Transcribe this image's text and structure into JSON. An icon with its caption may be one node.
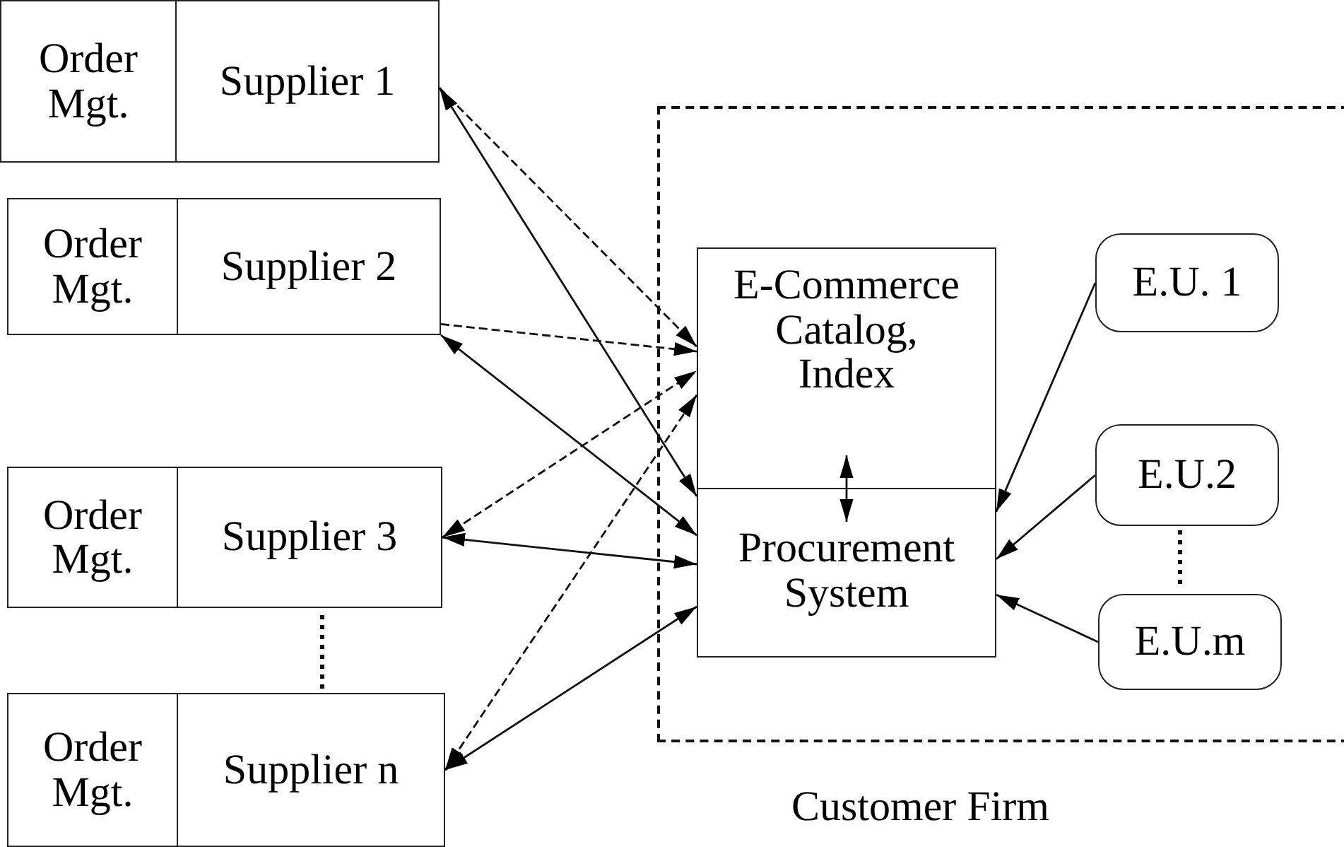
{
  "diagram": {
    "nodes": [
      {
        "text": [
          "Order Mgt."
        ]
      },
      {
        "text": [
          "Supplier 1"
        ]
      },
      {
        "text": [
          "Order Mgt."
        ]
      },
      {
        "text": [
          "Supplier 2"
        ]
      },
      {
        "text": [
          "Order Mgt."
        ]
      },
      {
        "text": [
          "Supplier 3"
        ]
      },
      {
        "text": [
          "Order Mgt."
        ]
      },
      {
        "text": [
          "Supplier n"
        ]
      },
      {
        "text": [
          "Customer Firm"
        ]
      },
      {
        "text": [
          "E-Commerce Catalog, Index"
        ],
        "in": 8
      },
      {
        "text": [
          "Procurement System"
        ],
        "in": 8
      },
      {
        "text": [
          "E.U. 1"
        ],
        "in": 8
      },
      {
        "text": [
          "E.U.2"
        ],
        "in": 8
      },
      {
        "text": [
          "E.U.m"
        ],
        "in": 8
      }
    ],
    "edges": [
      {
        "from": 1,
        "to": 9,
        "arrow": "to",
        "style": "dashed"
      },
      {
        "from": 1,
        "to": 10,
        "arrow": "both"
      },
      {
        "from": 3,
        "to": 9,
        "arrow": "to",
        "style": "dashed"
      },
      {
        "from": 3,
        "to": 10,
        "arrow": "both"
      },
      {
        "from": 5,
        "to": 9,
        "arrow": "both",
        "style": "dashed"
      },
      {
        "from": 5,
        "to": 10,
        "arrow": "both"
      },
      {
        "from": 7,
        "to": 9,
        "arrow": "both",
        "style": "dashed"
      },
      {
        "from": 7,
        "to": 10,
        "arrow": "both"
      },
      {
        "from": 9,
        "to": 10,
        "arrow": "both"
      },
      {
        "from": 11,
        "to": 10,
        "arrow": "to"
      },
      {
        "from": 12,
        "to": 10,
        "arrow": "to"
      },
      {
        "from": 13,
        "to": 10,
        "arrow": "to"
      }
    ]
  }
}
